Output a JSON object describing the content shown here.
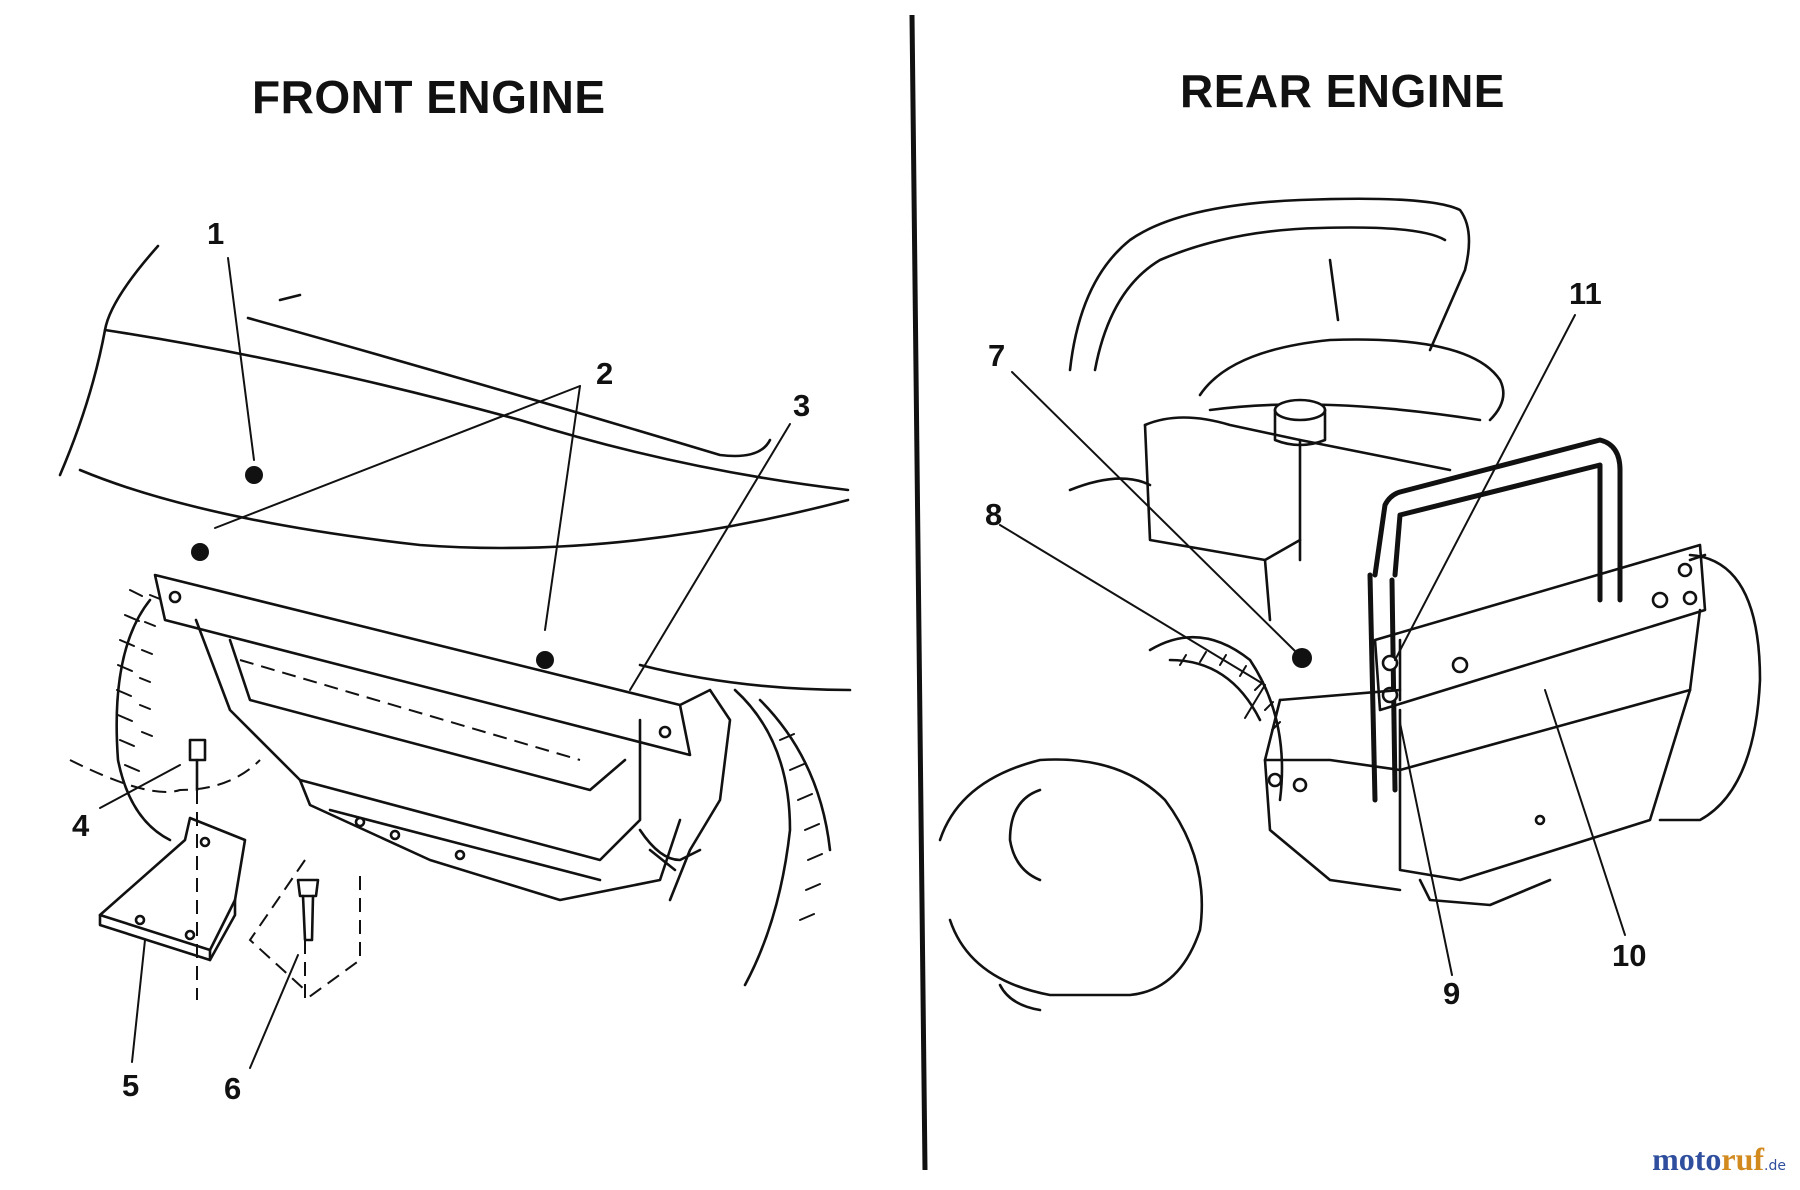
{
  "panels": {
    "front": {
      "title": "FRONT ENGINE"
    },
    "rear": {
      "title": "REAR ENGINE"
    }
  },
  "callouts": {
    "c1": "1",
    "c2": "2",
    "c3": "3",
    "c4": "4",
    "c5": "5",
    "c6": "6",
    "c7": "7",
    "c8": "8",
    "c9": "9",
    "c10": "10",
    "c11": "11"
  },
  "watermark": {
    "part_a": "moto",
    "part_b": "ruf",
    "part_c": ".de"
  }
}
